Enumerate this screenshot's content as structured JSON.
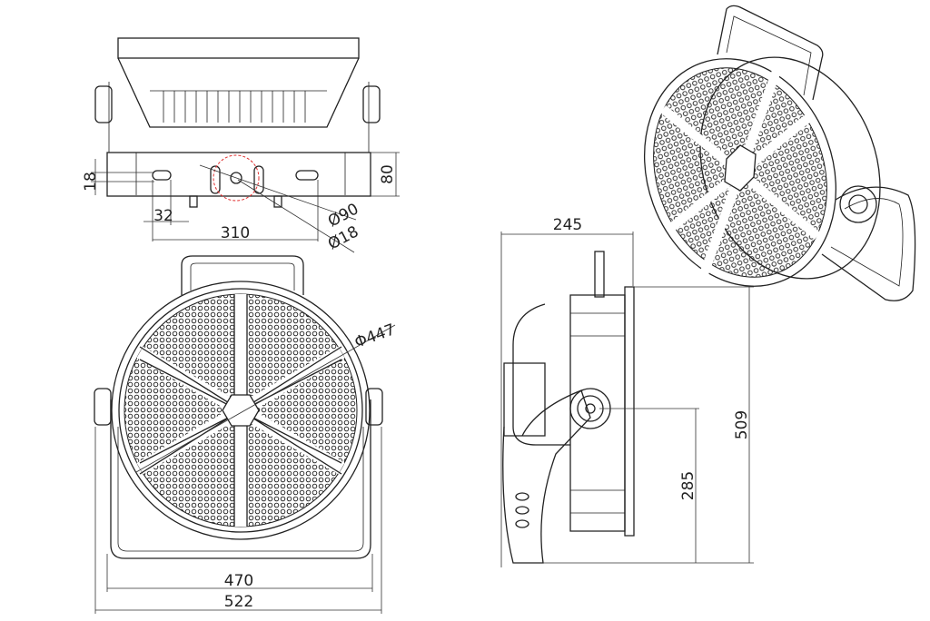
{
  "drawing": {
    "top_view": {
      "dim_slot_height": "18",
      "dim_slot_width": "32",
      "dim_slot_spacing": "310",
      "dim_bracket_height": "80",
      "dim_center_diameter": "Ø90",
      "dim_hole_diameter": "Ø18"
    },
    "front_view": {
      "dim_lamp_diameter": "Φ447",
      "dim_inner_width": "470",
      "dim_overall_width": "522"
    },
    "side_view": {
      "dim_depth": "245",
      "dim_overall_height": "509",
      "dim_pivot_height": "285"
    },
    "colors": {
      "line": "#222222",
      "highlight_circle": "#e03030"
    }
  }
}
